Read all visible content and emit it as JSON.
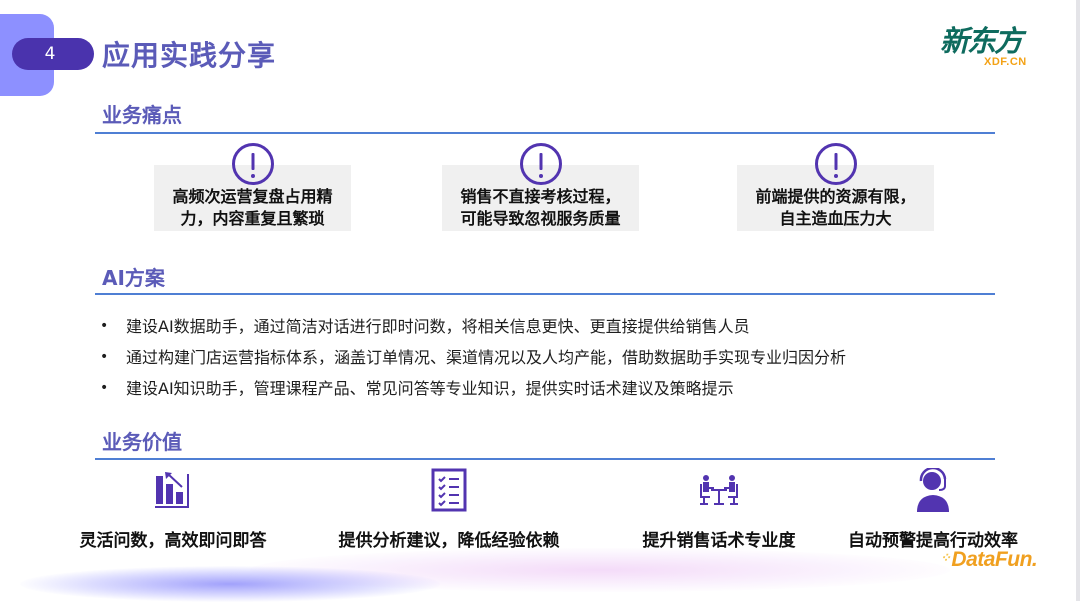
{
  "header": {
    "section_number": "4",
    "title": "应用实践分享",
    "logo_cn": "新东方",
    "logo_en": "XDF.CN"
  },
  "sections": {
    "pain_points": {
      "title": "业务痛点",
      "items": [
        {
          "icon": "exclamation-circle-icon",
          "line1": "高频次运营复盘占用精",
          "line2": "力，内容重复且繁琐"
        },
        {
          "icon": "exclamation-circle-icon",
          "line1": "销售不直接考核过程，",
          "line2": "可能导致忽视服务质量"
        },
        {
          "icon": "exclamation-circle-icon",
          "line1": "前端提供的资源有限，",
          "line2": "自主造血压力大"
        }
      ]
    },
    "ai_solution": {
      "title": "AI方案",
      "bullet_symbol": "•",
      "items": [
        "建设AI数据助手，通过简洁对话进行即时问数，将相关信息更快、更直接提供给销售人员",
        "通过构建门店运营指标体系，涵盖订单情况、渠道情况以及人均产能，借助数据助手实现专业归因分析",
        "建设AI知识助手，管理课程产品、常见问答等专业知识，提供实时话术建议及策略提示"
      ]
    },
    "business_value": {
      "title": "业务价值",
      "items": [
        {
          "icon": "bar-chart-growth-icon",
          "label": "灵活问数，高效即问即答"
        },
        {
          "icon": "checklist-icon",
          "label": "提供分析建议，降低经验依赖"
        },
        {
          "icon": "meeting-table-icon",
          "label": "提升销售话术专业度"
        },
        {
          "icon": "headset-agent-icon",
          "label": "自动预警提高行动效率"
        }
      ]
    }
  },
  "footer": {
    "brand_dots": "⁘",
    "brand": "DataFun."
  },
  "colors": {
    "accent_purple": "#5234b0",
    "title_purple": "#5b5bb8",
    "tab_light": "#8d90ff",
    "divider_blue": "#4f7fd4",
    "logo_green": "#0e6b5e",
    "logo_orange": "#f3a216",
    "datafun_orange": "#f0a020"
  }
}
